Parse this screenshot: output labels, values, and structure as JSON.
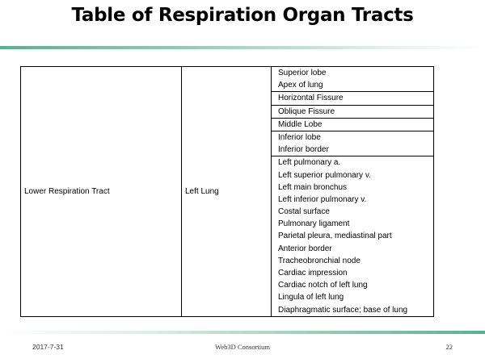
{
  "title": "Table of Respiration Organ Tracts",
  "table": {
    "tract": "Lower Respiration Tract",
    "organ": "Left Lung",
    "groups": [
      [
        "Superior lobe",
        "Apex of lung"
      ],
      [
        "Horizontal Fissure"
      ],
      [
        "Oblique Fissure"
      ],
      [
        "Middle Lobe"
      ],
      [
        "Inferior lobe",
        "Inferior border"
      ],
      [
        "Left pulmonary a.",
        "Left superior pulmonary v.",
        "Left main bronchus",
        "Left inferior pulmonary v.",
        "Costal surface",
        "Pulmonary ligament",
        "Parietal pleura, mediastinal part",
        "Anterior border",
        "Tracheobronchial node",
        "Cardiac impression",
        "Cardiac notch of left lung",
        "Lingula of left lung",
        "Diaphragmatic surface; base of lung"
      ]
    ]
  },
  "footer": {
    "date": "2017-7-31",
    "organization": "Web3D Consortium",
    "page": "22"
  },
  "colors": {
    "accent_rule": "#55b48a"
  }
}
